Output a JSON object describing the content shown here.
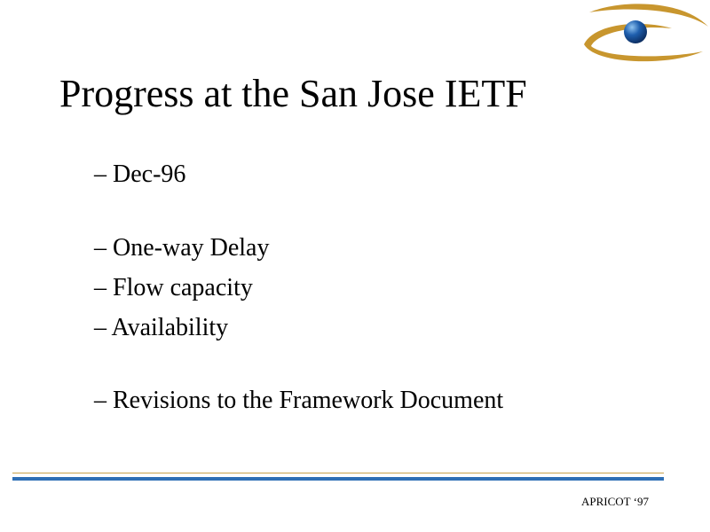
{
  "slide": {
    "title": "Progress at the San Jose IETF",
    "bullets": [
      "– Dec-96",
      "– One-way Delay",
      "– Flow capacity",
      "– Availability",
      "– Revisions to the Framework Document"
    ],
    "footer": "APRICOT ‘97"
  },
  "colors": {
    "background": "#ffffff",
    "text": "#000000",
    "accent_gold": "#c8a04a",
    "accent_blue": "#2f6fb5"
  },
  "icons": {
    "logo": "eye-logo-icon"
  }
}
